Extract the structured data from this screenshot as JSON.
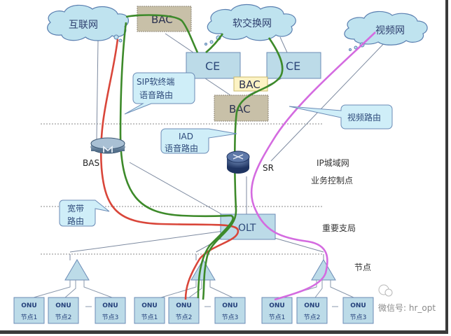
{
  "clouds": {
    "internet": "互联网",
    "softswitch": "软交换网",
    "video": "视频网"
  },
  "devices": {
    "bac_top": "BAC",
    "ce_left": "CE",
    "ce_right": "CE",
    "bac_small": "BAC",
    "bac_mid": "BAC",
    "bas": "BAS",
    "sr": "SR",
    "olt": "OLT"
  },
  "callouts": {
    "sip_line1": "SIP软终端",
    "sip_line2": "语音路由",
    "iad_line1": "IAD",
    "iad_line2": "语音路由",
    "video_route": "视频路由",
    "broadband_line1": "宽带",
    "broadband_line2": "路由"
  },
  "layers": {
    "ip_metro": "IP城域网",
    "service_control": "业务控制点",
    "key_branch": "重要支局",
    "node": "节点"
  },
  "onu_groups": [
    {
      "onus": [
        {
          "type": "ONU",
          "name": "节点1"
        },
        {
          "type": "ONU",
          "name": "节点2"
        },
        {
          "type": "ONU",
          "name": "节点3"
        }
      ]
    },
    {
      "onus": [
        {
          "type": "ONU",
          "name": "节点1"
        },
        {
          "type": "ONU",
          "name": "节点2"
        },
        {
          "type": "ONU",
          "name": "节点3"
        }
      ]
    },
    {
      "onus": [
        {
          "type": "ONU",
          "name": "节点1"
        },
        {
          "type": "ONU",
          "name": "节点2"
        },
        {
          "type": "ONU",
          "name": "节点3"
        }
      ]
    }
  ],
  "watermark": "微信号: hr_opt",
  "colors": {
    "broadband_route": "#d9463a",
    "voice_route": "#3d8a2a",
    "video_route": "#d46be0",
    "cloud_fill": "#bfe3ef",
    "box_fill": "#bcdbe8",
    "bac_fill": "#c8c0a8",
    "bac_small_fill": "#fdf3c4"
  }
}
